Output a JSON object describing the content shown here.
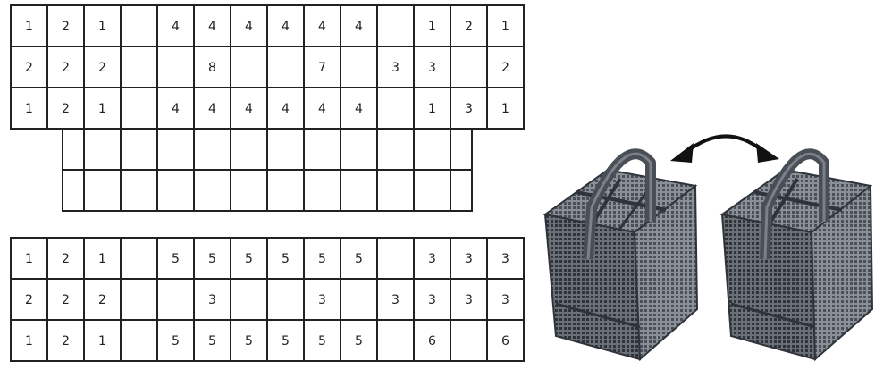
{
  "figure": {
    "rows": [
      [
        "1",
        "2",
        "1",
        "",
        "4",
        "4",
        "4",
        "4",
        "4",
        "4",
        "",
        "1",
        "2",
        "1"
      ],
      [
        "2",
        "2",
        "2",
        "",
        "",
        "8",
        "",
        "",
        "7",
        "",
        "3",
        "3",
        "",
        "2"
      ],
      [
        "1",
        "2",
        "1",
        "",
        "4",
        "4",
        "4",
        "4",
        "4",
        "4",
        "",
        "1",
        "3",
        "1"
      ],
      [
        "",
        "",
        "",
        "",
        "",
        "",
        "",
        "",
        "",
        "",
        "",
        "",
        "",
        ""
      ],
      [
        "",
        "",
        "",
        "",
        "",
        "",
        "",
        "",
        "",
        "",
        "",
        "",
        "",
        ""
      ],
      [
        "1",
        "2",
        "1",
        "",
        "5",
        "5",
        "5",
        "5",
        "5",
        "5",
        "",
        "3",
        "3",
        "3"
      ],
      [
        "2",
        "2",
        "2",
        "",
        "",
        "3",
        "",
        "",
        "3",
        "",
        "3",
        "3",
        "3",
        "3"
      ],
      [
        "1",
        "2",
        "1",
        "",
        "5",
        "5",
        "5",
        "5",
        "5",
        "5",
        "",
        "6",
        "",
        "6"
      ]
    ]
  },
  "illustration": {
    "items": [
      "basket-without-handle-divider",
      "basket-with-handle-divider"
    ],
    "arrow": "double-headed-curved-arrow",
    "colors": {
      "basket": "#555a63",
      "basket_dark": "#2f333a",
      "handle": "#4a4f57",
      "arrow": "#111111"
    }
  }
}
